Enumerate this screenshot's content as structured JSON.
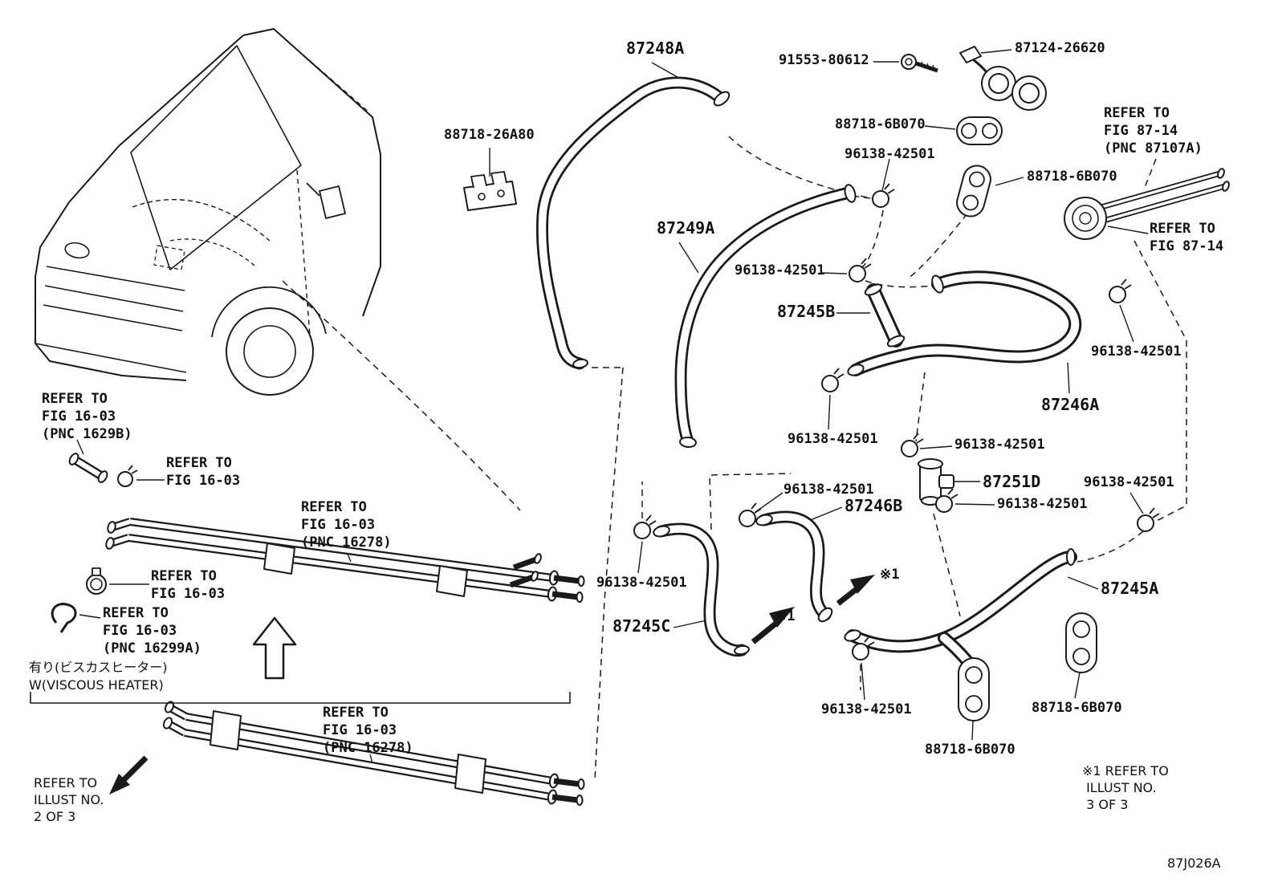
{
  "diagram": {
    "figure_code": "87J026A"
  },
  "parts": {
    "p87248A": "87248A",
    "p91553": "91553-80612",
    "p87124": "87124-26620",
    "p88718_26A80": "88718-26A80",
    "p88718_6B070": "88718-6B070",
    "p96138": "96138-42501",
    "p87249A": "87249A",
    "p87245B": "87245B",
    "p87246A": "87246A",
    "p87251D": "87251D",
    "p87246B": "87246B",
    "p87245A": "87245A",
    "p87245C": "87245C"
  },
  "refs": {
    "fig_87_14_pnc": "REFER TO\nFIG 87-14\n(PNC 87107A)",
    "fig_87_14": "REFER TO\nFIG 87-14",
    "fig_16_03_1629B": "REFER TO\nFIG 16-03\n(PNC 1629B)",
    "fig_16_03": "REFER TO\nFIG 16-03",
    "fig_16_03_16278": "REFER TO\nFIG 16-03\n(PNC 16278)",
    "fig_16_03_16299A": "REFER TO\nFIG 16-03\n(PNC 16299A)",
    "illust_2of3": "REFER TO\nILLUST NO.\n2 OF 3",
    "illust_3of3": "※1 REFER TO\n ILLUST NO.\n 3 OF 3"
  },
  "notes": {
    "viscous_jp": "有り(ビスカスヒーター)",
    "viscous_en": "W(VISCOUS HEATER)",
    "ref_mark": "※1"
  }
}
